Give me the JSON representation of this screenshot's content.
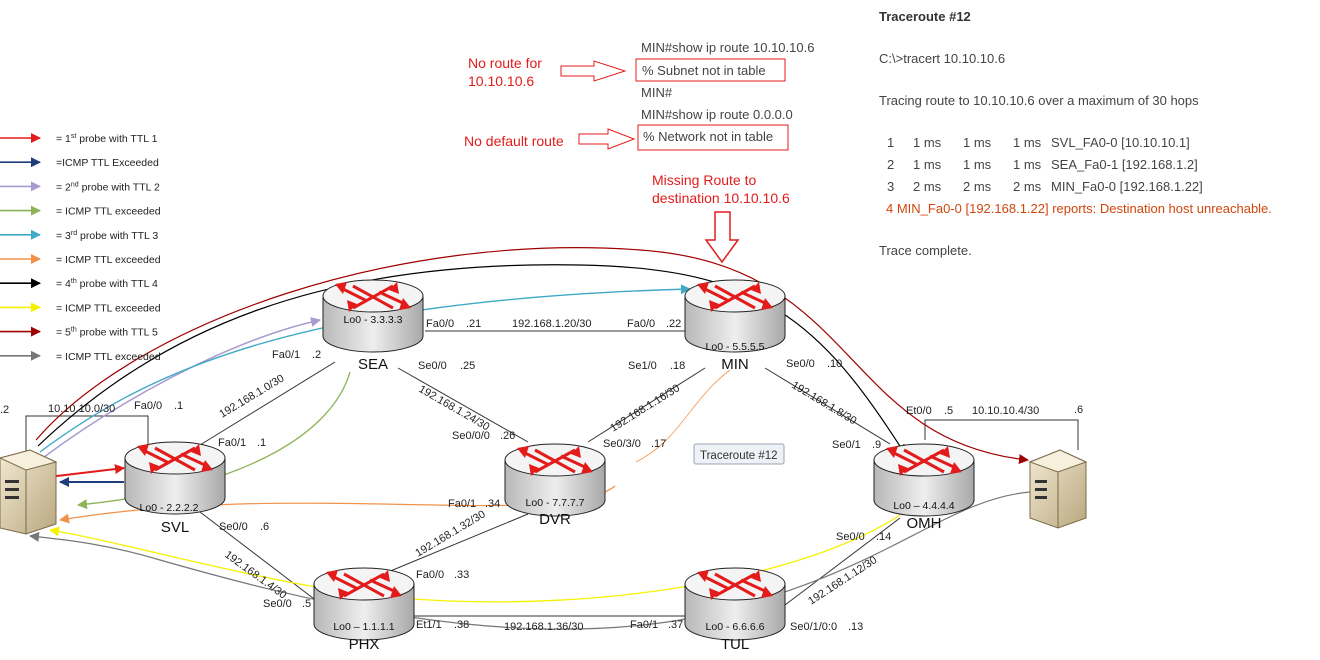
{
  "traceroute": {
    "title": "Traceroute #12",
    "command": "C:\\>tracert 10.10.10.6",
    "header": "Tracing route to 10.10.10.6 over a maximum of 30 hops",
    "hops": [
      {
        "n": "1",
        "t1": "1 ms",
        "t2": "1 ms",
        "t3": "1 ms",
        "host": "SVL_FA0-0 [10.10.10.1]"
      },
      {
        "n": "2",
        "t1": "1 ms",
        "t2": "1 ms",
        "t3": "1 ms",
        "host": "SEA_Fa0-1 [192.168.1.2]"
      },
      {
        "n": "3",
        "t1": "2 ms",
        "t2": "2 ms",
        "t3": "2 ms",
        "host": "MIN_Fa0-0 [192.168.1.22]"
      }
    ],
    "hop4": "4  MIN_Fa0-0 [192.168.1.22]  reports: Destination host unreachable.",
    "complete": "Trace complete."
  },
  "cli": {
    "line1": "MIN#show ip route 10.10.10.6",
    "box1": "% Subnet not in table",
    "line2": "MIN#",
    "line3": "MIN#show ip route 0.0.0.0",
    "box2": "% Network not in table"
  },
  "notes": {
    "no_route_1": "No route for",
    "no_route_2": "10.10.10.6",
    "no_default": "No default route",
    "missing_1": "Missing Route to",
    "missing_2": "destination 10.10.10.6",
    "label_box": "Traceroute #12"
  },
  "legend": [
    {
      "text": "= 1",
      "sup": "st",
      "rest": " probe with TTL 1",
      "color": "#e31b1b"
    },
    {
      "text": "=ICMP TTL Exceeded",
      "sup": "",
      "rest": "",
      "color": "#1f3d7a"
    },
    {
      "text": "= 2",
      "sup": "nd",
      "rest": " probe with TTL 2",
      "color": "#a99bd0"
    },
    {
      "text": "= ICMP TTL exceeded",
      "sup": "",
      "rest": "",
      "color": "#8db356"
    },
    {
      "text": "= 3",
      "sup": "rd",
      "rest": " probe with TTL 3",
      "color": "#3fa9c6"
    },
    {
      "text": "= ICMP TTL exceeded",
      "sup": "",
      "rest": "",
      "color": "#f0924a"
    },
    {
      "text": "= 4",
      "sup": "th",
      "rest": " probe with TTL 4",
      "color": "#000000"
    },
    {
      "text": "= ICMP TTL exceeded",
      "sup": "",
      "rest": "",
      "color": "#f5f200"
    },
    {
      "text": "= 5",
      "sup": "th",
      "rest": " probe with TTL 5",
      "color": "#a00000"
    },
    {
      "text": "= ICMP TTL exceeded",
      "sup": "",
      "rest": "",
      "color": "#777777"
    }
  ],
  "routers": {
    "SEA": {
      "name": "SEA",
      "lo": "Lo0 - 3.3.3.3"
    },
    "MIN": {
      "name": "MIN",
      "lo": "Lo0 - 5.5.5.5"
    },
    "SVL": {
      "name": "SVL",
      "lo": "Lo0 - 2.2.2.2"
    },
    "DVR": {
      "name": "DVR",
      "lo": "Lo0 - 7.7.7.7"
    },
    "OMH": {
      "name": "OMH",
      "lo": "Lo0 – 4.4.4.4"
    },
    "PHX": {
      "name": "PHX",
      "lo": "Lo0 – 1.1.1.1"
    },
    "TUL": {
      "name": "TUL",
      "lo": "Lo0 - 6.6.6.6"
    }
  },
  "links": {
    "sea_min": "192.168.1.20/30",
    "svl_sea": "192.168.1.0/30",
    "sea_dvr": "192.168.1.24/30",
    "dvr_min": "192.168.1.16/30",
    "min_omh": "192.168.1.8/30",
    "svl_host": "10.10.10.0/30",
    "omh_host": "10.10.10.4/30",
    "dvr_phx": "192.168.1.32/30",
    "svl_phx": "192.168.1.4/30",
    "phx_tul": "192.168.1.36/30",
    "tul_omh": "192.168.1.12/30"
  },
  "interfaces": {
    "sea_fa00": "Fa0/0",
    "sea_fa00_ip": ".21",
    "min_fa00": "Fa0/0",
    "min_fa00_ip": ".22",
    "sea_fa01": "Fa0/1",
    "sea_fa01_ip": ".2",
    "sea_se00": "Se0/0",
    "sea_se00_ip": ".25",
    "min_se10": "Se1/0",
    "min_se10_ip": ".18",
    "min_se00": "Se0/0",
    "min_se00_ip": ".10",
    "svl_fa00": "Fa0/0",
    "svl_fa00_ip": ".1",
    "svl_fa01": "Fa0/1",
    "svl_fa01_ip": ".1",
    "host_left_ip": ".2",
    "dvr_se000": "Se0/0/0",
    "dvr_se000_ip": ".26",
    "dvr_se030": "Se0/3/0",
    "dvr_se030_ip": ".17",
    "omh_se01": "Se0/1",
    "omh_se01_ip": ".9",
    "omh_et00": "Et0/0",
    "omh_et00_ip": ".5",
    "host_right_ip": ".6",
    "dvr_fa01": "Fa0/1",
    "dvr_fa01_ip": ".34",
    "svl_se00": "Se0/0",
    "svl_se00_ip": ".6",
    "phx_fa00": "Fa0/0",
    "phx_fa00_ip": ".33",
    "omh_se00": "Se0/0",
    "omh_se00_ip": ".14",
    "phx_se00": "Se0/0",
    "phx_se00_ip": ".5",
    "phx_et11": "Et1/1",
    "phx_et11_ip": ".38",
    "tul_fa01": "Fa0/1",
    "tul_fa01_ip": ".37",
    "tul_se010": "Se0/1/0:0",
    "tul_se010_ip": ".13"
  },
  "colors": {
    "red": "#e31b1b",
    "router_body": "#d9d9d9",
    "router_top": "#f2f2f2",
    "arrow": "#d10000"
  }
}
